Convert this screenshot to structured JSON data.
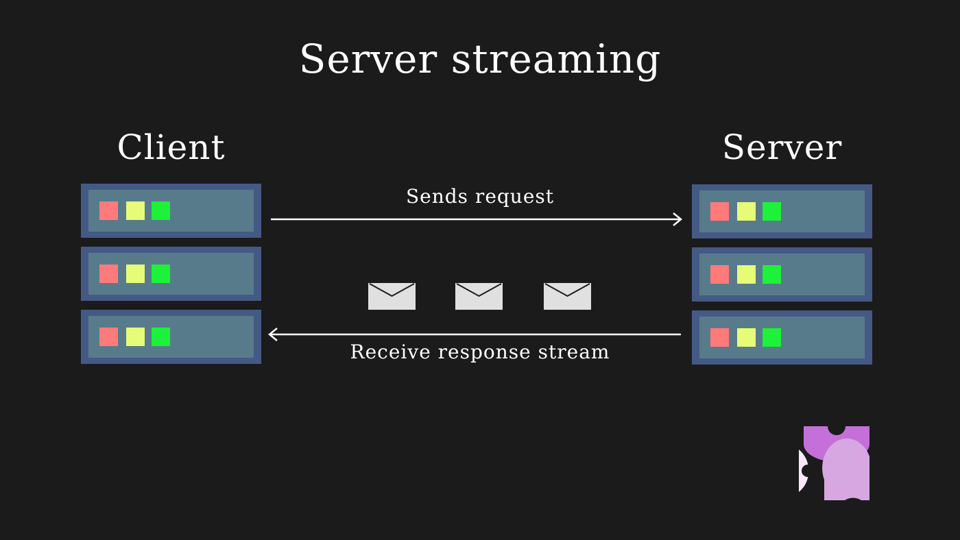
{
  "title": "Server streaming",
  "client": {
    "label": "Client",
    "units": 3
  },
  "server": {
    "label": "Server",
    "units": 3
  },
  "request": {
    "label": "Sends request"
  },
  "response": {
    "label": "Receive response stream"
  },
  "messages": {
    "count": 3,
    "icon": "envelope-icon"
  },
  "colors": {
    "background": "#1b1b1c",
    "unit_frame": "#445a84",
    "unit_face": "#587b8c",
    "led_red": "#ff7b7b",
    "led_yellow": "#e6fb78",
    "led_green": "#1ef13a",
    "envelope": "#e0e0e0",
    "logo_purple": "#c470d8",
    "logo_lilac": "#d7a7e2",
    "logo_pale": "#f8e8f9"
  }
}
